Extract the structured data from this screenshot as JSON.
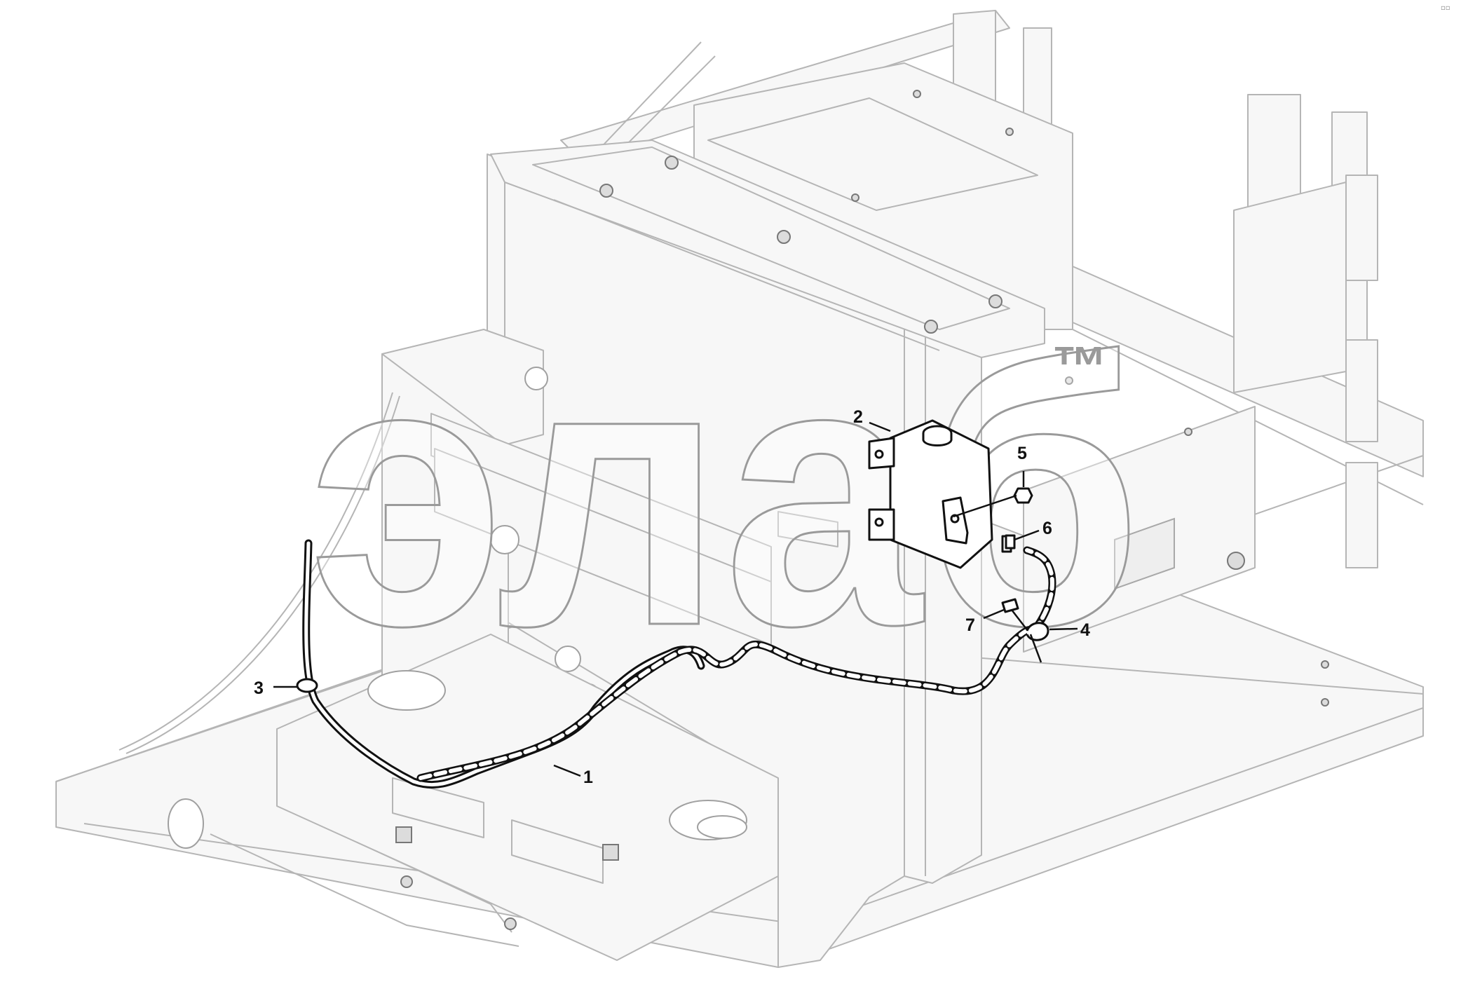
{
  "watermark": {
    "text": "элаб",
    "trademark": "™"
  },
  "callouts": [
    {
      "id": "1",
      "label": "1"
    },
    {
      "id": "2",
      "label": "2"
    },
    {
      "id": "3",
      "label": "3"
    },
    {
      "id": "4",
      "label": "4"
    },
    {
      "id": "5",
      "label": "5"
    },
    {
      "id": "6",
      "label": "6"
    },
    {
      "id": "7",
      "label": "7"
    }
  ],
  "corner_mark": "▫▫"
}
